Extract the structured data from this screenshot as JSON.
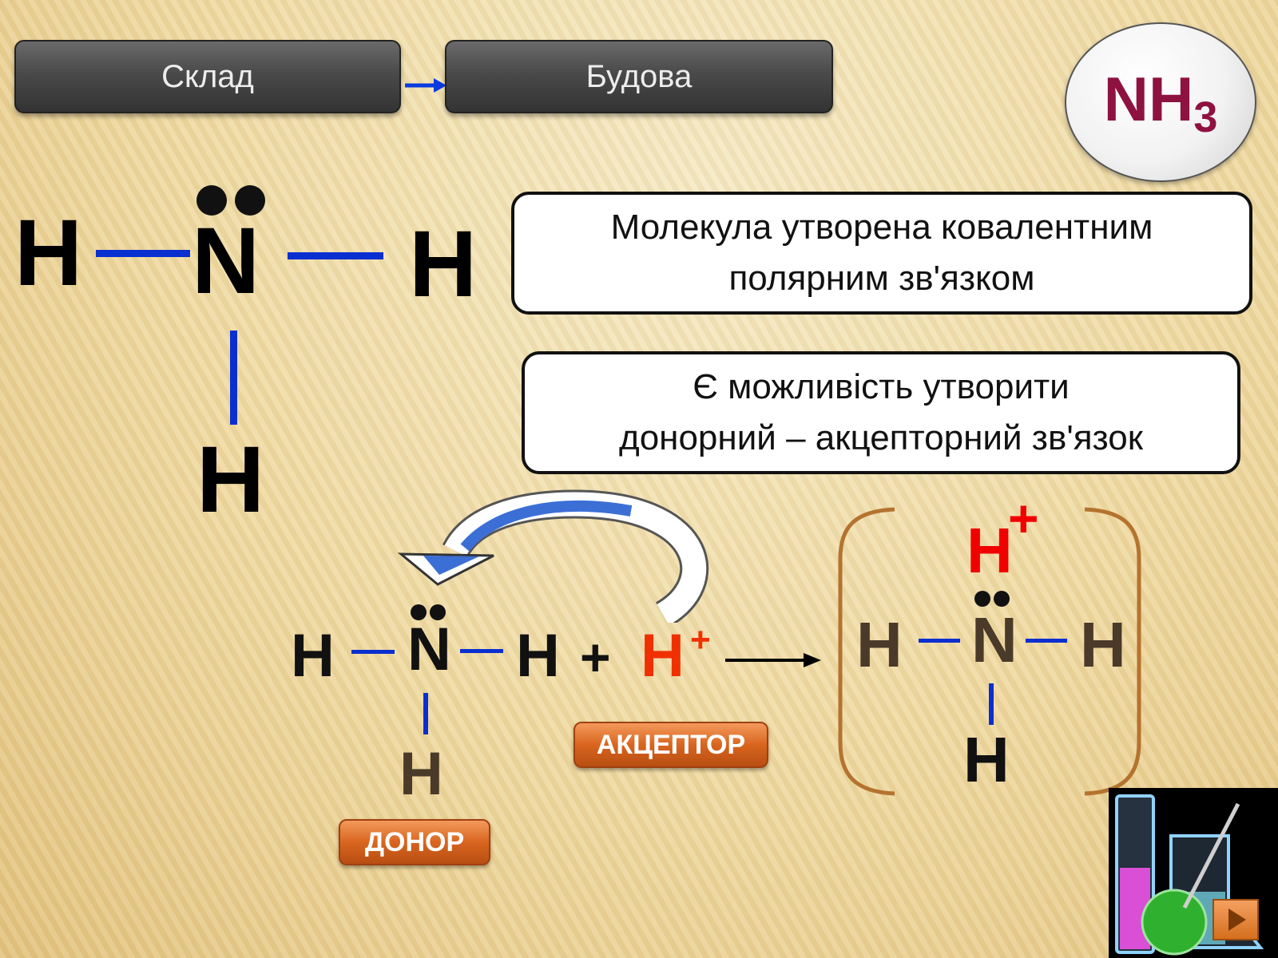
{
  "nav": {
    "composition_label": "Склад",
    "structure_label": "Будова"
  },
  "formula": {
    "base": "NH",
    "subscript": "3"
  },
  "info": {
    "bond_type": [
      "Молекула утворена  ковалентним",
      "полярним зв'язком"
    ],
    "donor_acceptor": [
      "Є можливість утворити",
      "донорний – акцепторний зв'язок"
    ]
  },
  "structure": {
    "n": "N",
    "h": "H"
  },
  "reaction": {
    "plus": "+",
    "proton": "H",
    "proton_charge": "+"
  },
  "labels": {
    "donor": "ДОНОР",
    "acceptor": "АКЦЕПТОР"
  },
  "colors": {
    "bond": "#0a2fd0",
    "proton": "#f03000",
    "formula": "#8e1240",
    "donor_h": "#4a3a2a",
    "bracket": "#b4732f"
  },
  "icons": [
    "arrow-right-icon",
    "curved-arrow-icon",
    "lab-flasks-icon",
    "play-icon"
  ]
}
